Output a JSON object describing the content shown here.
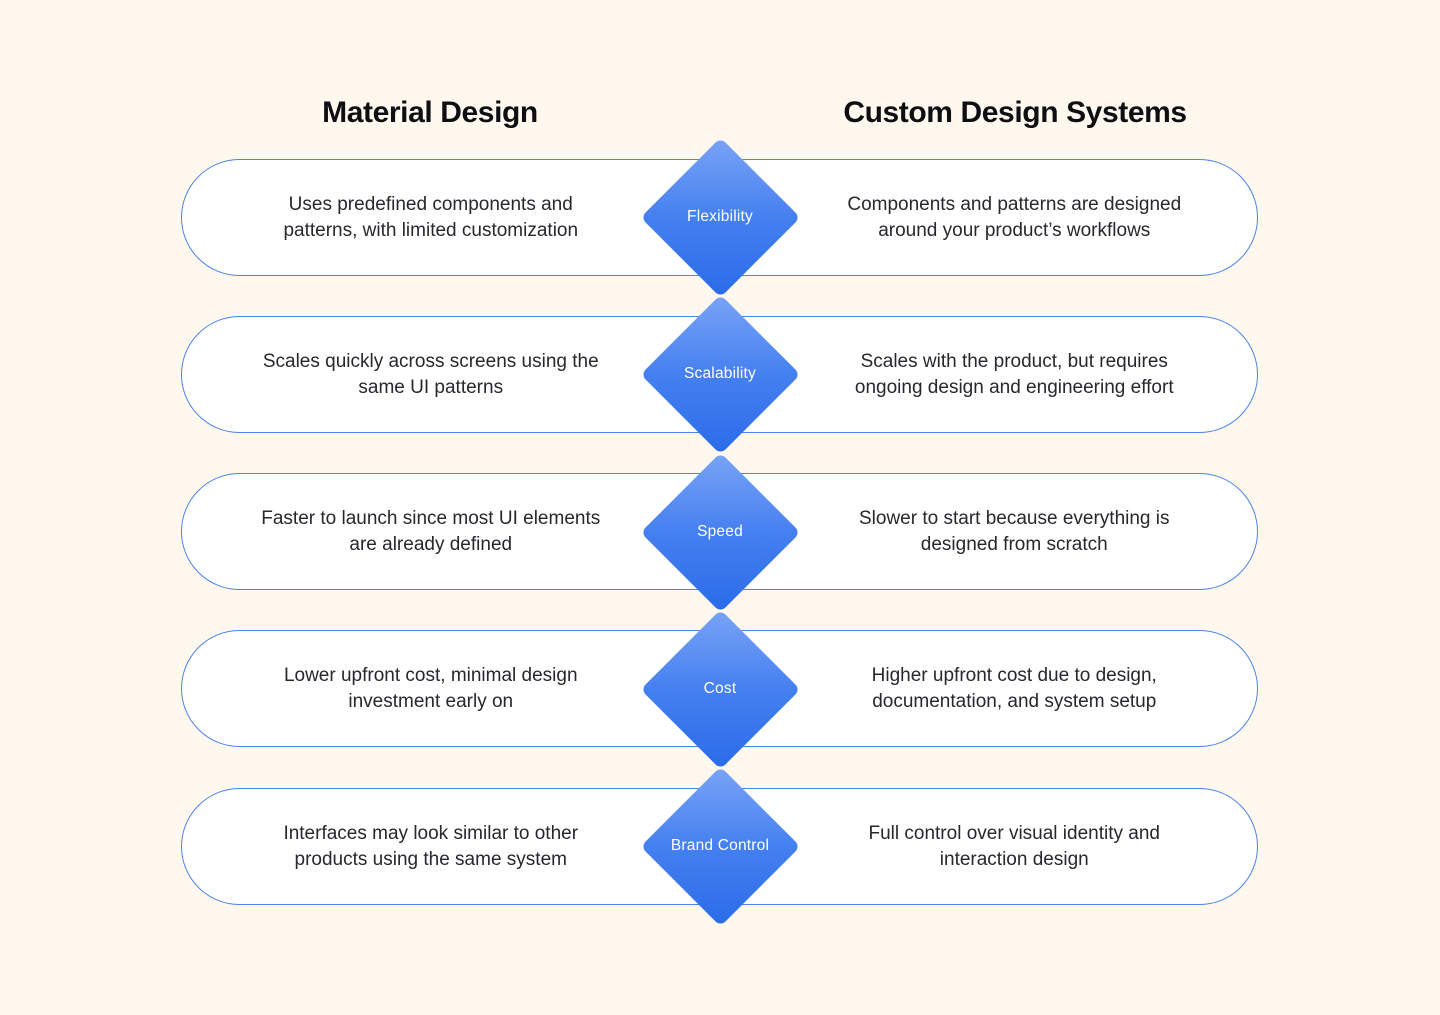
{
  "header": {
    "left_title": "Material Design",
    "right_title": "Custom Design Systems"
  },
  "colors": {
    "background": "#FFF8EF",
    "pill_fill": "#FFFFFF",
    "pill_border": "#4A85E8",
    "diamond_gradient_top": "#7AA4F6",
    "diamond_gradient_bottom": "#2A6BE9",
    "diamond_text": "#FFFFFF",
    "body_text": "#26282C",
    "title_text": "#0D0F12"
  },
  "rows": [
    {
      "category": "Flexibility",
      "material_design": "Uses predefined components and patterns, with limited customization",
      "custom_design": "Components and patterns are designed around your product’s workflows"
    },
    {
      "category": "Scalability",
      "material_design": "Scales quickly across screens using the same UI patterns",
      "custom_design": "Scales with the product, but requires ongoing design and engineering effort"
    },
    {
      "category": "Speed",
      "material_design": "Faster to launch since most UI elements are already defined",
      "custom_design": "Slower to start because everything is designed from scratch"
    },
    {
      "category": "Cost",
      "material_design": "Lower upfront cost, minimal design investment early on",
      "custom_design": "Higher upfront cost due to design, documentation, and system setup"
    },
    {
      "category": "Brand Control",
      "material_design": "Interfaces may look similar to other products using the same system",
      "custom_design": "Full control over visual identity and interaction design"
    }
  ]
}
